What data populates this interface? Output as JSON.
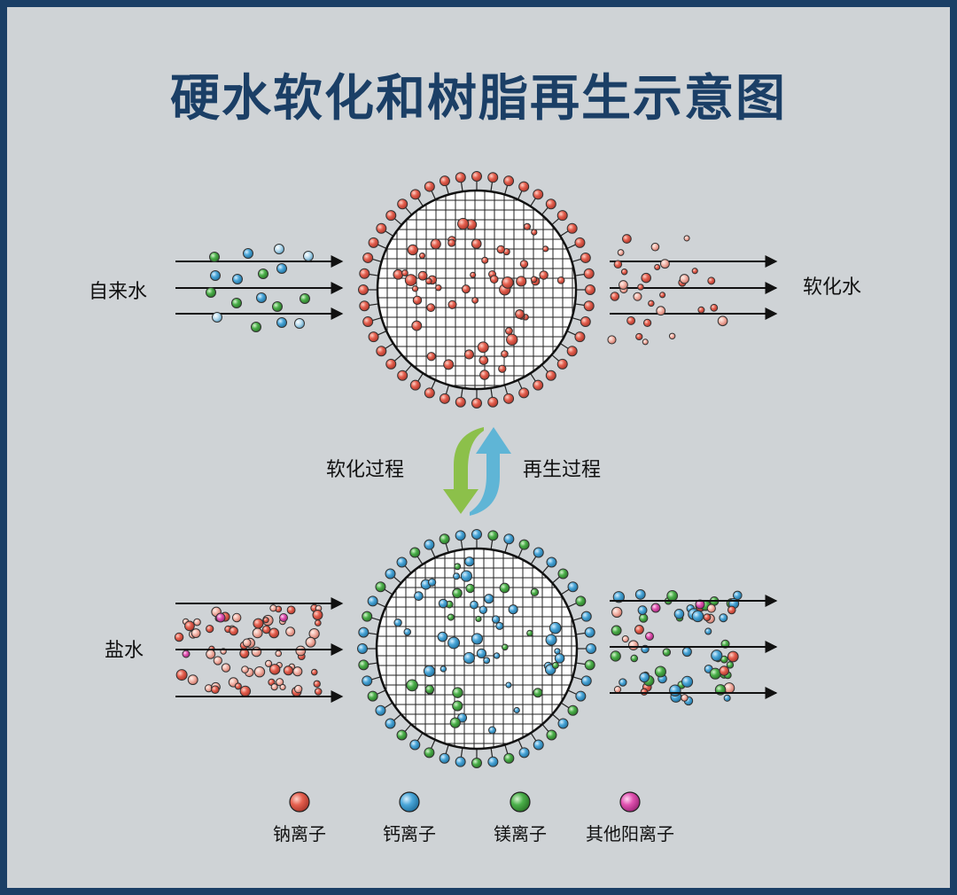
{
  "title": "硬水软化和树脂再生示意图",
  "labels": {
    "tap_water": "自来水",
    "softened_water": "软化水",
    "softening_process": "软化过程",
    "regeneration_process": "再生过程",
    "brine": "盐水"
  },
  "legend": [
    {
      "label": "钠离子",
      "color": "#e5604f"
    },
    {
      "label": "钙离子",
      "color": "#4aa6d8"
    },
    {
      "label": "镁离子",
      "color": "#4bb04a"
    },
    {
      "label": "其他阳离子",
      "color": "#e052b0"
    }
  ],
  "colors": {
    "title": "#1b3f66",
    "sodium": "#e5604f",
    "calcium": "#4aa6d8",
    "magnesium": "#4bb04a",
    "other_cation": "#e052b0",
    "softening_arrow": "#8cc04a",
    "regeneration_arrow": "#5fb5d6"
  }
}
